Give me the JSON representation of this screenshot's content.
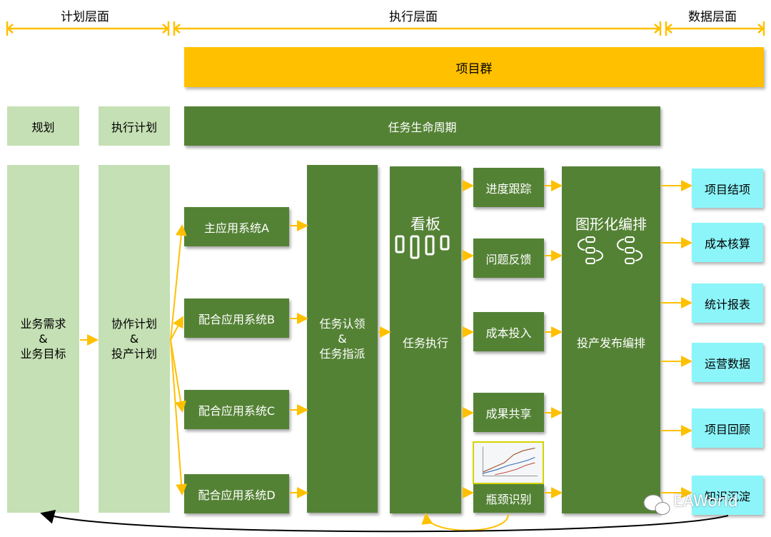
{
  "headers": {
    "plan": "计划层面",
    "exec": "执行层面",
    "data": "数据层面"
  },
  "project_group": "项目群",
  "lifecycle": "任务生命周期",
  "planning": "规划",
  "exec_plan": "执行计划",
  "biz": {
    "line1": "业务需求",
    "line2": "&",
    "line3": "业务目标"
  },
  "collab": {
    "line1": "协作计划",
    "line2": "&",
    "line3": "投产计划"
  },
  "systems": [
    "主应用系统A",
    "配合应用系统B",
    "配合应用系统C",
    "配合应用系统D"
  ],
  "claim": {
    "line1": "任务认领",
    "line2": "&",
    "line3": "任务指派"
  },
  "kanban": {
    "title": "看板",
    "label": "任务执行"
  },
  "tasks": [
    "进度跟踪",
    "问题反馈",
    "成本投入",
    "成果共享",
    "瓶颈识别"
  ],
  "orchestration": {
    "title": "图形化编排",
    "label": "投产发布编排"
  },
  "outputs": [
    "项目结项",
    "成本核算",
    "统计报表",
    "运营数据",
    "项目回顾",
    "知识沉淀"
  ],
  "watermark": "EAWorld",
  "colors": {
    "light_green": "#c5e0b4",
    "dark_green": "#548235",
    "cyan": "#8cf5fa",
    "yellow": "#ffc000",
    "arrow": "#ffc000"
  }
}
